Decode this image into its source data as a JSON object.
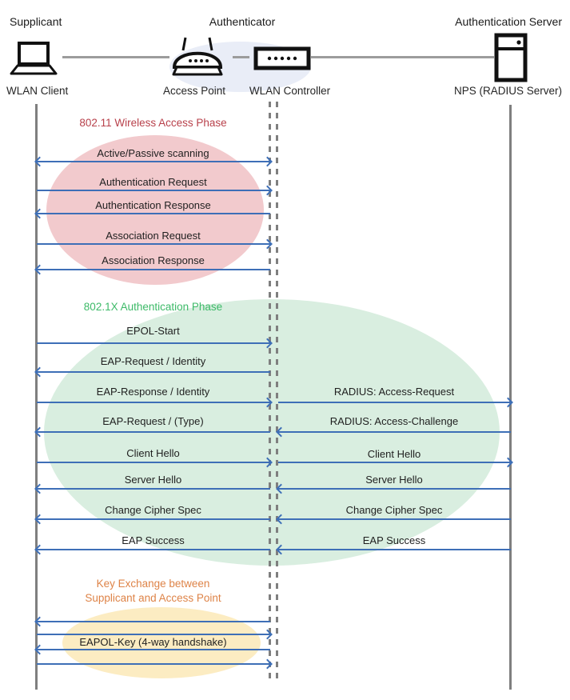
{
  "header": {
    "roles": [
      {
        "label": "Supplicant"
      },
      {
        "label": "Authenticator"
      },
      {
        "label": "Authentication Server"
      }
    ],
    "devices": [
      {
        "label": "WLAN Client"
      },
      {
        "label": "Access Point"
      },
      {
        "label": "WLAN Controller"
      },
      {
        "label": "NPS (RADIUS Server)"
      }
    ]
  },
  "phases": {
    "wireless": {
      "title": "802.11 Wireless Access Phase",
      "messages": [
        {
          "label": "Active/Passive scanning",
          "direction": "both"
        },
        {
          "label": "Authentication Request",
          "direction": "right"
        },
        {
          "label": "Authentication Response",
          "direction": "left"
        },
        {
          "label": "Association Request",
          "direction": "right"
        },
        {
          "label": "Association Response",
          "direction": "left"
        }
      ]
    },
    "auth": {
      "title": "802.1X Authentication Phase",
      "left": [
        {
          "label": "EPOL-Start",
          "direction": "right"
        },
        {
          "label": "EAP-Request / Identity",
          "direction": "left"
        },
        {
          "label": "EAP-Response / Identity",
          "direction": "right"
        },
        {
          "label": "EAP-Request / (Type)",
          "direction": "left"
        },
        {
          "label": "Client Hello",
          "direction": "right"
        },
        {
          "label": "Server Hello",
          "direction": "left"
        },
        {
          "label": "Change Cipher Spec",
          "direction": "left"
        },
        {
          "label": "EAP Success",
          "direction": "left"
        }
      ],
      "right": [
        {
          "label": "RADIUS: Access-Request",
          "direction": "right"
        },
        {
          "label": "RADIUS: Access-Challenge",
          "direction": "left"
        },
        {
          "label": "Client Hello",
          "direction": "right"
        },
        {
          "label": "Server Hello",
          "direction": "left"
        },
        {
          "label": "Change Cipher Spec",
          "direction": "left"
        },
        {
          "label": "EAP Success",
          "direction": "left"
        }
      ]
    },
    "key": {
      "title_line1": "Key Exchange between",
      "title_line2": "Supplicant and Access Point",
      "message": {
        "label": "EAPOL-Key (4-way handshake)"
      },
      "arrow_directions": [
        "left",
        "right",
        "left",
        "right"
      ]
    }
  },
  "colors": {
    "arrow": "#3e6fb7",
    "lifeline": "#7f7f7f",
    "wireless_title": "#b8414b",
    "wireless_fill": "#f2cacd",
    "auth_title": "#3dba68",
    "auth_fill": "#d9eee0",
    "key_title": "#de8347",
    "key_fill": "#fcecc2",
    "authenticator_fill": "#e9edf7"
  }
}
